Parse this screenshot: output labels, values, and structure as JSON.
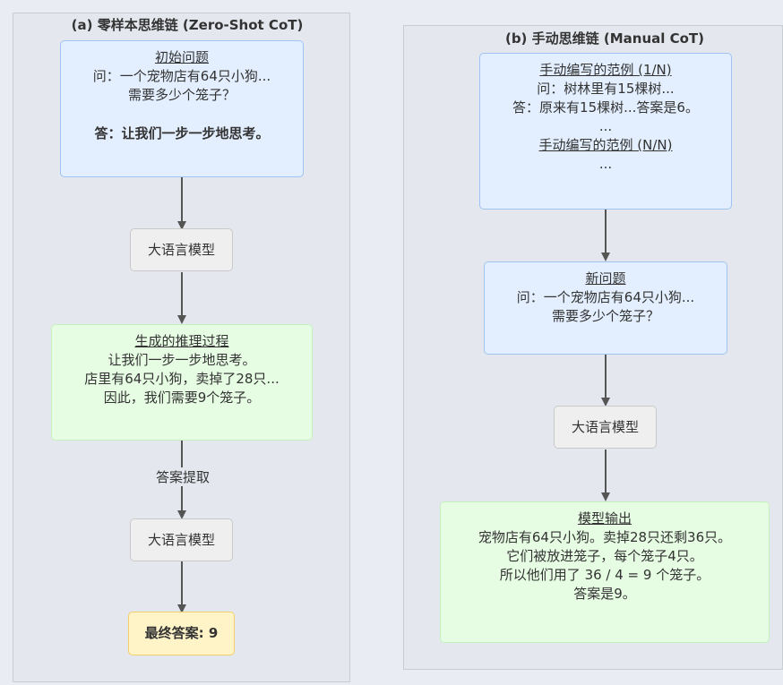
{
  "panel_a": {
    "title": "(a) 零样本思维链 (Zero-Shot CoT)",
    "question_box": {
      "heading": "初始问题",
      "line1": "问：一个宠物店有64只小狗...",
      "line2": "需要多少个笼子？",
      "line3": "答：让我们一步一步地思考。"
    },
    "llm1": "大语言模型",
    "reasoning_box": {
      "heading": "生成的推理过程",
      "line1": "让我们一步一步地思考。",
      "line2": "店里有64只小狗，卖掉了28只...",
      "line3": "因此，我们需要9个笼子。"
    },
    "extract_label": "答案提取",
    "llm2": "大语言模型",
    "final_answer": "最终答案: 9"
  },
  "panel_b": {
    "title": "(b) 手动思维链 (Manual CoT)",
    "examples_box": {
      "heading1": "手动编写的范例 (1/N)",
      "line1": "问：树林里有15棵树...",
      "line2": "答：原来有15棵树...答案是6。",
      "ellipsis1": "...",
      "heading2": "手动编写的范例 (N/N)",
      "ellipsis2": "..."
    },
    "new_question_box": {
      "heading": "新问题",
      "line1": "问：一个宠物店有64只小狗...",
      "line2": "需要多少个笼子？"
    },
    "llm": "大语言模型",
    "output_box": {
      "heading": "模型输出",
      "line1": "宠物店有64只小狗。卖掉28只还剩36只。",
      "line2": "它们被放进笼子，每个笼子4只。",
      "line3": "所以他们用了 36 / 4 = 9 个笼子。",
      "line4": "答案是9。"
    }
  },
  "colors": {
    "blue_fill": "#e3efff",
    "green_fill": "#e6fde3",
    "gray_fill": "#efefef",
    "yellow_fill": "#fff3c8",
    "arrow": "#555555"
  }
}
